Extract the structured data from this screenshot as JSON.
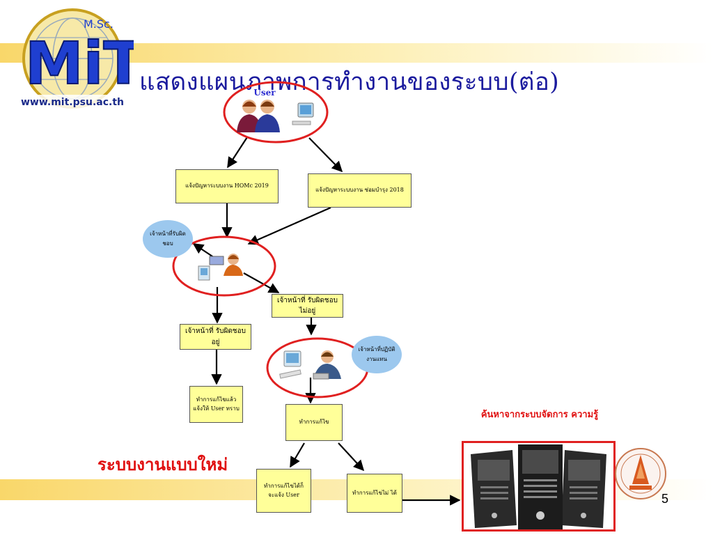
{
  "logo": {
    "text": "MiT",
    "sub": "M.Sc.",
    "url": "www.mit.psu.ac.th"
  },
  "title": "แสดงแผนภาพการทำงานของระบบ(ต่อ)",
  "user_label": "User",
  "boxes": {
    "homc": "แจ้งปัญหาระบบงาน HOMc 2019",
    "maintenance": "แจ้งปัญหาระบบงาน ซ่อมบำรุง 2018",
    "staff_absent": "เจ้าหน้าที่ รับผิดชอบไม่อยู่",
    "staff_present": "เจ้าหน้าที่ รับผิดชอบอยู่",
    "fixed_notify": "ทำการแก้ไขแล้ว แจ้งให้ User ทราบ",
    "fix": "ทำการแก้ไข",
    "fix_ok": "ทำการแก้ไขได้ก็ จะแจ้ง User",
    "fix_fail": "ทำการแก้ไขไม่ ได้"
  },
  "bubbles": {
    "responsible": "เจ้าหน้าที่รับผิด ชอบ",
    "substitute": "เจ้าหน้าที่ปฏิบัติ งานแทน"
  },
  "new_system_label": "ระบบงานแบบใหม่",
  "km_label": "ค้นหาจากระบบจัดการ ความรู้",
  "page_number": "5",
  "colors": {
    "title": "#1b1b9e",
    "box_fill": "#ffff99",
    "bubble_fill": "#9cc8ee",
    "highlight_red": "#e02020",
    "band": "#f9d76a"
  }
}
